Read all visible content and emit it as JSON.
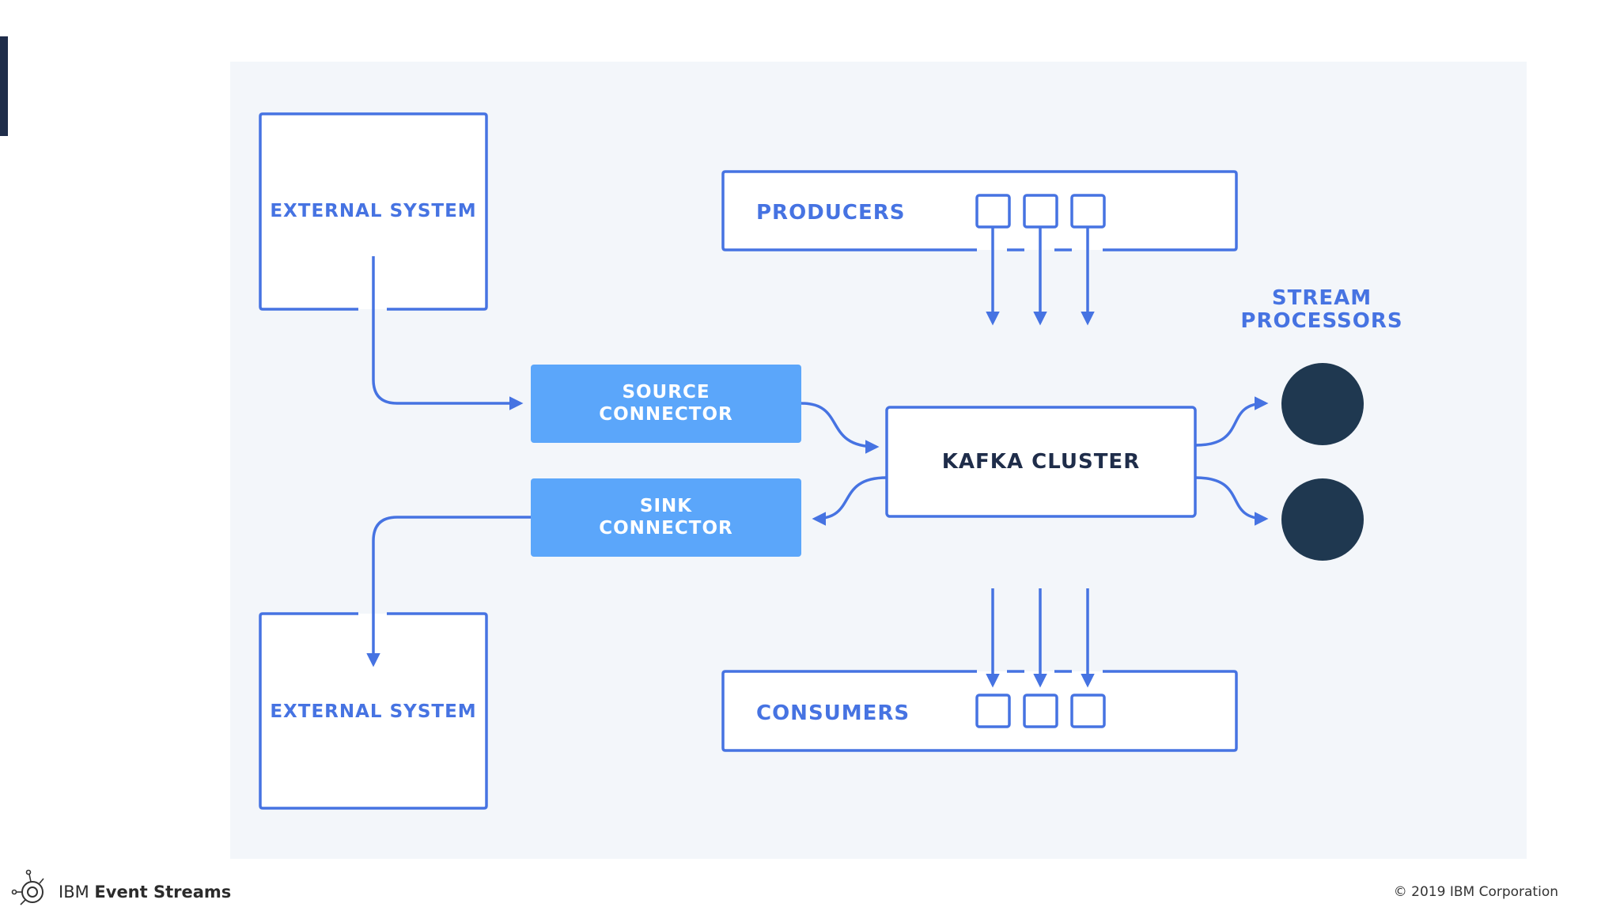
{
  "diagram": {
    "external_system_top": "EXTERNAL SYSTEM",
    "external_system_bottom": "EXTERNAL SYSTEM",
    "producers": "PRODUCERS",
    "consumers": "CONSUMERS",
    "source_connector": [
      "SOURCE",
      "CONNECTOR"
    ],
    "sink_connector": [
      "SINK",
      "CONNECTOR"
    ],
    "kafka_cluster": "KAFKA CLUSTER",
    "stream_processors": [
      "STREAM",
      "PROCESSORS"
    ]
  },
  "footer": {
    "brand_prefix": "IBM",
    "brand_name": "Event Streams",
    "copyright": "© 2019 IBM Corporation"
  },
  "colors": {
    "line_blue": "#4673e2",
    "connector_fill": "#5ba6fa",
    "processor_dark": "#1f3850",
    "panel_bg": "#f3f6fa"
  }
}
